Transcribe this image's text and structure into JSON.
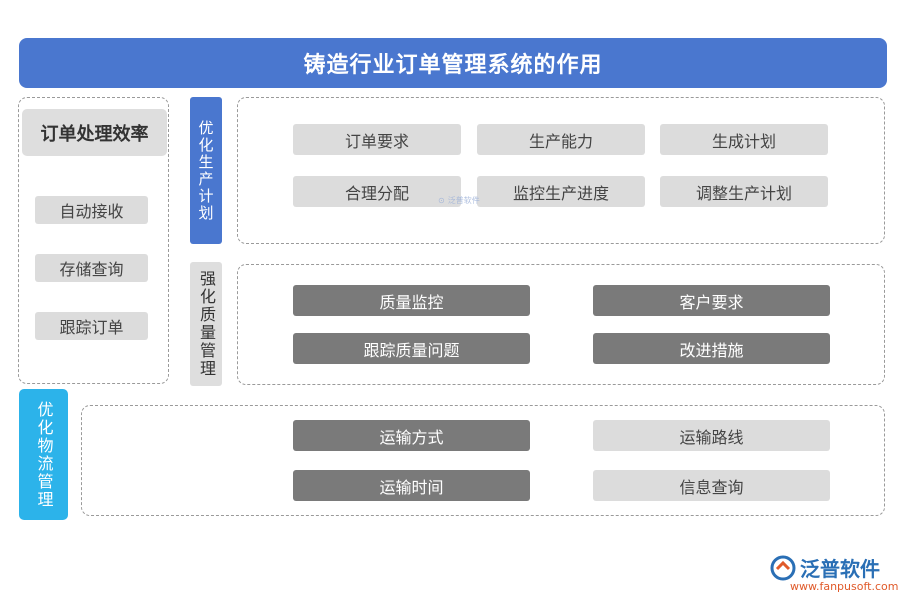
{
  "title": "铸造行业订单管理系统的作用",
  "order_panel": {
    "heading": "订单处理效率",
    "items": [
      "自动接收",
      "存储查询",
      "跟踪订单"
    ]
  },
  "sections": {
    "plan": {
      "label": "优化生产计划",
      "items": [
        "订单要求",
        "生产能力",
        "生成计划",
        "合理分配",
        "监控生产进度",
        "调整生产计划"
      ]
    },
    "quality": {
      "label": "强化质量管理",
      "items": [
        "质量监控",
        "客户要求",
        "跟踪质量问题",
        "改进措施"
      ]
    },
    "logistics": {
      "label": "优化物流管理",
      "items": [
        "运输方式",
        "运输路线",
        "运输时间",
        "信息查询"
      ]
    }
  },
  "brand": {
    "name": "泛普软件",
    "url": "www.fanpusoft.com",
    "watermark": "泛普软件",
    "color": "#2a6fb5"
  }
}
